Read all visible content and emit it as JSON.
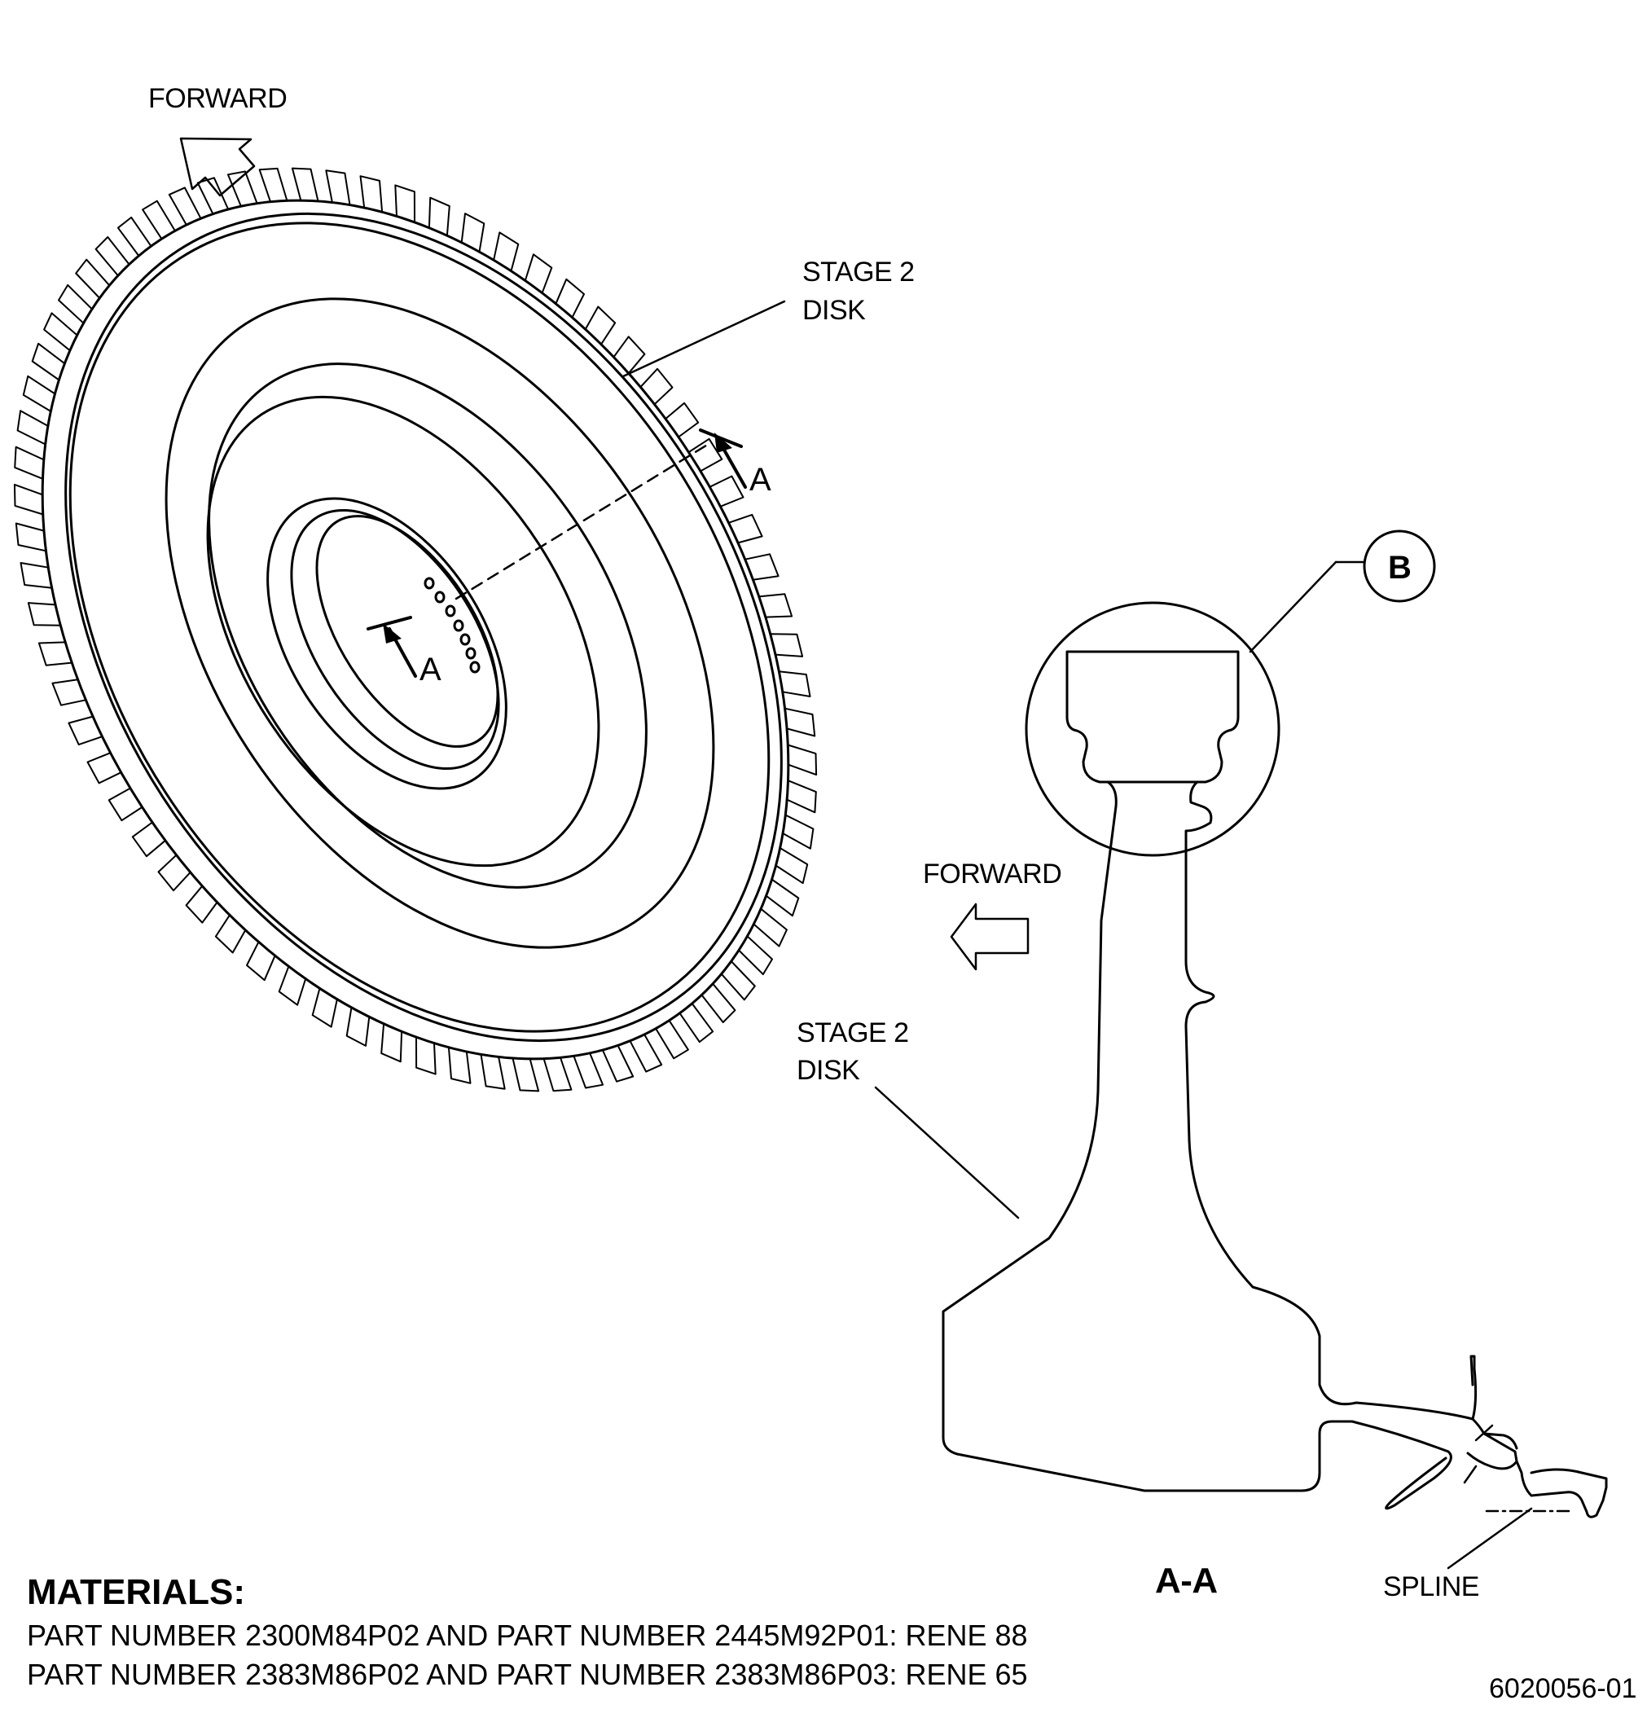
{
  "labels": {
    "forward_top": "FORWARD",
    "stage2_top_line1": "STAGE 2",
    "stage2_top_line2": "DISK",
    "section_a_upper": "A",
    "section_a_lower": "A",
    "detail_b": "B",
    "forward_section": "FORWARD",
    "stage2_section_line1": "STAGE 2",
    "stage2_section_line2": "DISK",
    "section_view": "A-A",
    "spline": "SPLINE"
  },
  "materials": {
    "heading": "MATERIALS:",
    "lines": [
      "PART NUMBER 2300M84P02 AND PART NUMBER 2445M92P01: RENE 88",
      "PART NUMBER 2383M86P02 AND PART NUMBER 2383M86P03: RENE 65"
    ]
  },
  "figure_number": "6020056-01"
}
